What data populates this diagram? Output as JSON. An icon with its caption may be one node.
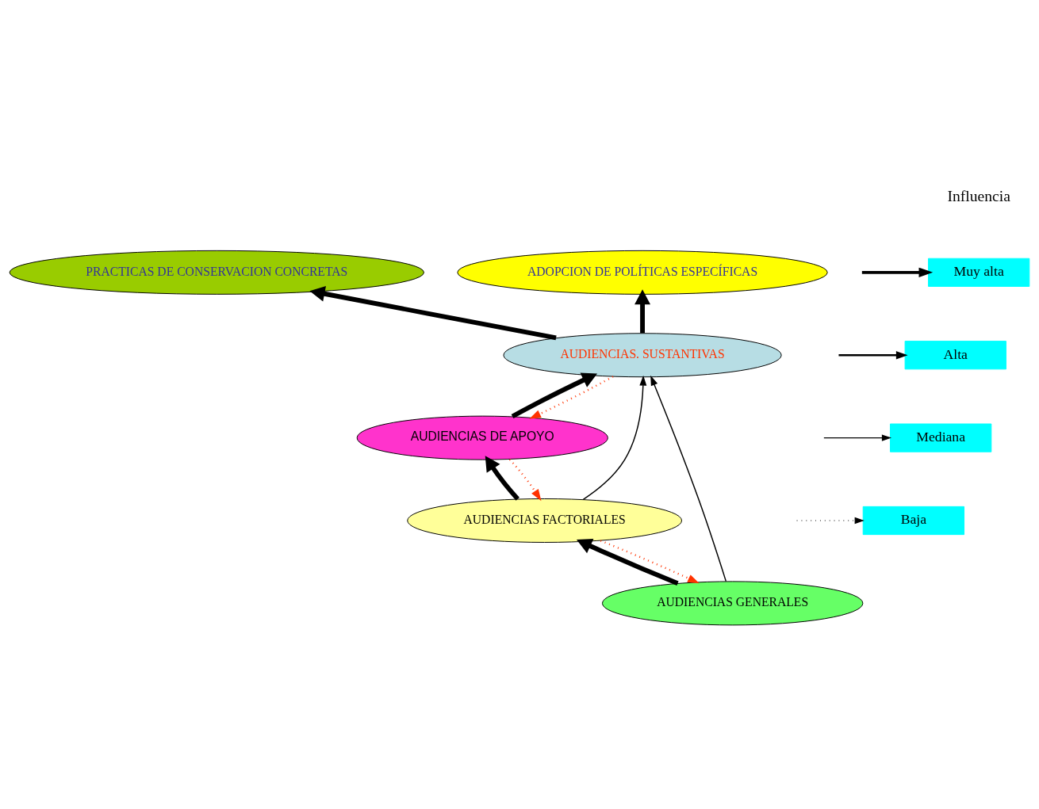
{
  "diagram": {
    "nodes": [
      {
        "text": [
          "PRACTICAS DE CONSERVACION CONCRETAS"
        ]
      },
      {
        "text": [
          "ADOPCION DE POLÍTICAS ESPECÍFICAS"
        ]
      },
      {
        "text": [
          "AUDIENCIAS. SUSTANTIVAS"
        ]
      },
      {
        "text": [
          "AUDIENCIAS DE APOYO"
        ]
      },
      {
        "text": [
          "AUDIENCIAS FACTORIALES"
        ]
      },
      {
        "text": [
          "AUDIENCIAS GENERALES"
        ]
      }
    ],
    "edges": [
      {
        "from": 2,
        "to": 0,
        "arrow": "to",
        "style": "thick"
      },
      {
        "from": 2,
        "to": 1,
        "arrow": "to",
        "style": "thick"
      },
      {
        "from": 3,
        "to": 2,
        "arrow": "to",
        "style": "thick"
      },
      {
        "from": 4,
        "to": 3,
        "arrow": "to",
        "style": "thick"
      },
      {
        "from": 5,
        "to": 4,
        "arrow": "to",
        "style": "thick"
      },
      {
        "from": 4,
        "to": 2,
        "arrow": "to"
      },
      {
        "from": 5,
        "to": 2,
        "arrow": "to"
      },
      {
        "from": 2,
        "to": 3,
        "arrow": "to",
        "style": "dashed",
        "color": "#ff3300"
      },
      {
        "from": 3,
        "to": 4,
        "arrow": "to",
        "style": "dashed",
        "color": "#ff3300"
      },
      {
        "from": 4,
        "to": 5,
        "arrow": "to",
        "style": "dashed",
        "color": "#ff3300"
      }
    ],
    "labels": [
      "Influencia"
    ],
    "legend": [
      {
        "text": "Muy alta"
      },
      {
        "text": "Alta"
      },
      {
        "text": "Mediana"
      },
      {
        "text": "Baja"
      }
    ]
  }
}
